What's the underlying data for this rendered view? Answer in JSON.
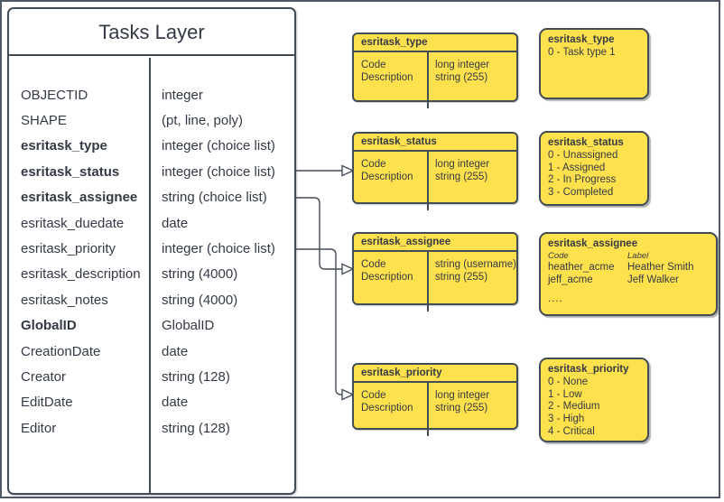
{
  "table": {
    "title": "Tasks Layer",
    "fields": [
      {
        "name": "OBJECTID",
        "type": "integer"
      },
      {
        "name": "SHAPE",
        "type": "(pt, line, poly)"
      },
      {
        "name": "esritask_type",
        "type": "integer (choice list)"
      },
      {
        "name": "esritask_status",
        "type": "integer (choice list)"
      },
      {
        "name": "esritask_assignee",
        "type": "string (choice list)"
      },
      {
        "name": "esritask_duedate",
        "type": "date"
      },
      {
        "name": "esritask_priority",
        "type": "integer (choice list)"
      },
      {
        "name": "esritask_description",
        "type": "string (4000)"
      },
      {
        "name": "esritask_notes",
        "type": "string (4000)"
      },
      {
        "name": "GlobalID",
        "type": "GlobalID"
      },
      {
        "name": "CreationDate",
        "type": "date"
      },
      {
        "name": "Creator",
        "type": "string (128)"
      },
      {
        "name": "EditDate",
        "type": "date"
      },
      {
        "name": "Editor",
        "type": "string (128)"
      }
    ]
  },
  "field_defs": {
    "type": {
      "title": "esritask_type",
      "code_label": "Code",
      "desc_label": "Description",
      "code_type": "long integer",
      "desc_type": "string (255)"
    },
    "status": {
      "title": "esritask_status",
      "code_label": "Code",
      "desc_label": "Description",
      "code_type": "long integer",
      "desc_type": "string (255)"
    },
    "assignee": {
      "title": "esritask_assignee",
      "code_label": "Code",
      "desc_label": "Description",
      "code_type": "string (username)",
      "desc_type": "string (255)"
    },
    "priority": {
      "title": "esritask_priority",
      "code_label": "Code",
      "desc_label": "Description",
      "code_type": "long integer",
      "desc_type": "string (255)"
    }
  },
  "choice_lists": {
    "type": {
      "title": "esritask_type",
      "items": [
        "0 - Task type 1"
      ]
    },
    "status": {
      "title": "esritask_status",
      "items": [
        "0 - Unassigned",
        "1 - Assigned",
        "2 - In Progress",
        "3 - Completed"
      ]
    },
    "assignee": {
      "title": "esritask_assignee",
      "col_code": "Code",
      "col_label": "Label",
      "rows": [
        {
          "code": "heather_acme",
          "label": "Heather Smith"
        },
        {
          "code": "jeff_acme",
          "label": "Jeff Walker"
        }
      ],
      "ellipsis": "...."
    },
    "priority": {
      "title": "esritask_priority",
      "items": [
        "0 - None",
        "1 - Low",
        "2 - Medium",
        "3 - High",
        "4 - Critical"
      ]
    }
  },
  "colors": {
    "box_fill": "#FFE14D",
    "line": "#424C57",
    "text": "#333A45",
    "background": "#FFFFFF"
  }
}
